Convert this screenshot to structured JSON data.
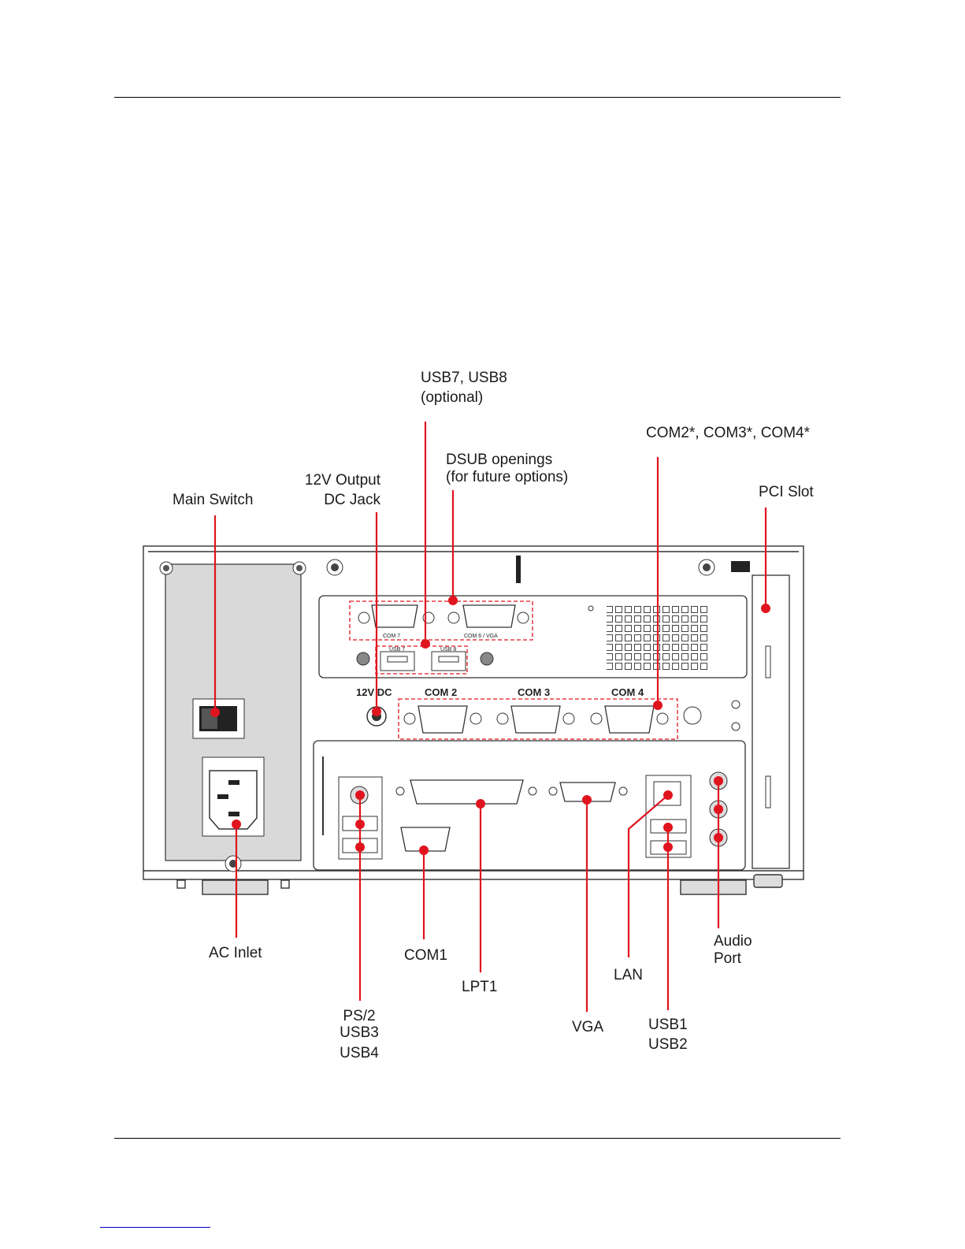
{
  "colors": {
    "callout": "#e0141e",
    "outline": "#333333",
    "panel_gray": "#d9d9d9"
  },
  "callouts": {
    "usb7_usb8": [
      "USB7, USB8",
      "(optional)"
    ],
    "com2_com3_com4": "COM2*, COM3*, COM4*",
    "dsub_openings": [
      "DSUB openings",
      "(for future options)"
    ],
    "output_12v": [
      "12V Output",
      "DC Jack"
    ],
    "main_switch": "Main Switch",
    "pci_slot": "PCI Slot",
    "ac_inlet": "AC Inlet",
    "com1": "COM1",
    "lpt1": "LPT1",
    "ps2_usb3_usb4": [
      "PS/2",
      "USB3",
      "USB4"
    ],
    "vga": "VGA",
    "lan": "LAN",
    "usb1_usb2": [
      "USB1",
      "USB2"
    ],
    "audio_port": [
      "Audio",
      "Port"
    ]
  },
  "panel_markings": {
    "dc_12v": "12V  DC",
    "com2": "COM  2",
    "com3": "COM  3",
    "com4": "COM  4",
    "com_top_left": "COM 7",
    "com_top_right": "COM 6 / VGA",
    "usb_left": "USB 7",
    "usb_right": "USB 8"
  }
}
